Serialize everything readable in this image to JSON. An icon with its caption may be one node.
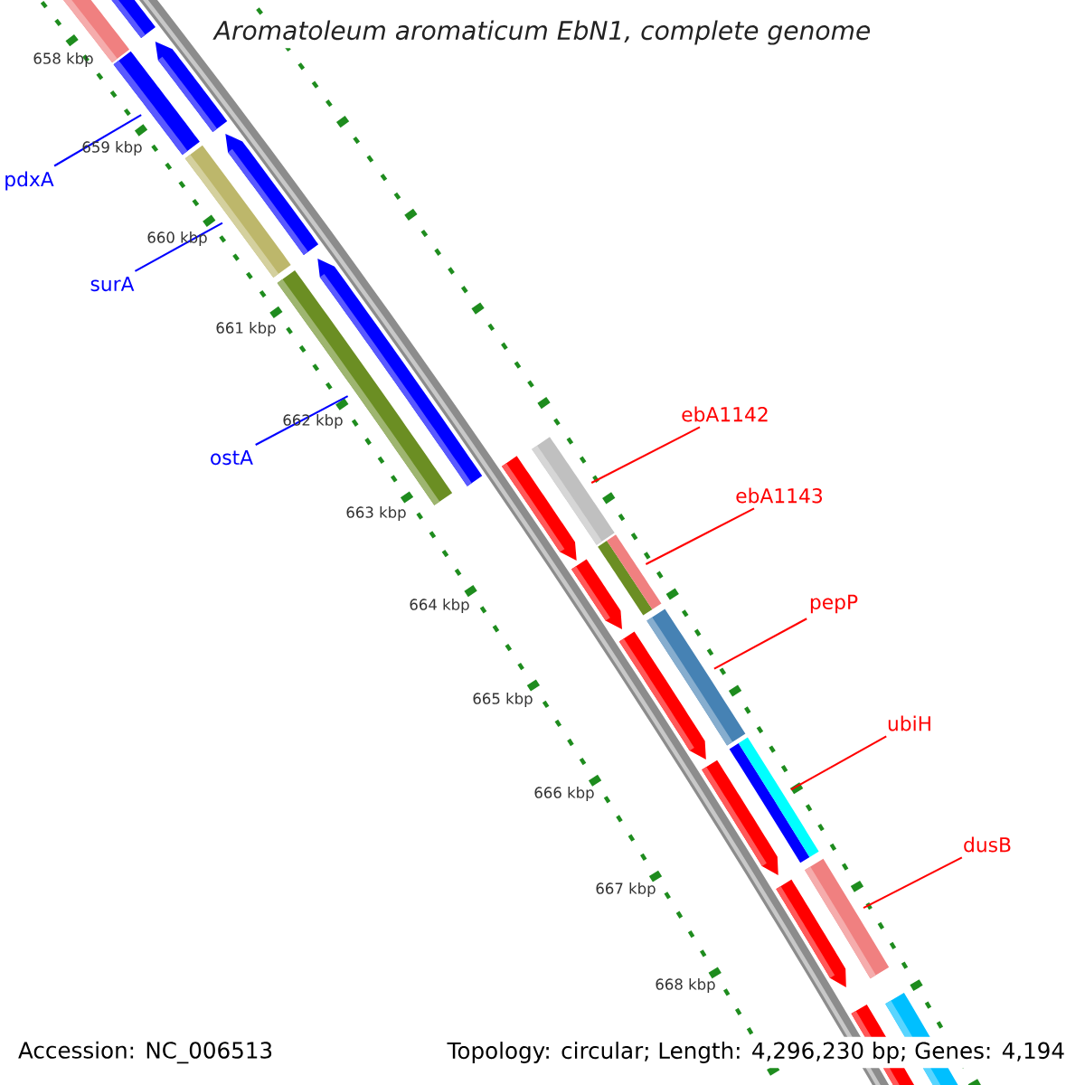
{
  "diagram": {
    "title": "Aromatoleum aromaticum EbN1, complete genome",
    "nodes": [
      {
        "text": [
          "pdxA"
        ]
      },
      {
        "text": [],
        "shape": "bar"
      },
      {
        "text": [
          "surA"
        ]
      },
      {
        "text": [],
        "shape": "bar"
      },
      {
        "text": [
          "ostA"
        ]
      },
      {
        "text": [],
        "shape": "bar"
      },
      {
        "text": [
          "ebA1142"
        ]
      },
      {
        "text": [],
        "shape": "bar"
      },
      {
        "text": [
          "ebA1143"
        ]
      },
      {
        "text": [],
        "shape": "bar"
      },
      {
        "text": [
          "pepP"
        ]
      },
      {
        "text": [],
        "shape": "bar"
      },
      {
        "text": [
          "ubiH"
        ]
      },
      {
        "text": [],
        "shape": "bar"
      },
      {
        "text": [
          "dusB"
        ]
      },
      {
        "text": [],
        "shape": "bar"
      }
    ],
    "edges": [
      {
        "from": 0,
        "to": 1,
        "arrow": "none",
        "color": "#0000ff"
      },
      {
        "from": 2,
        "to": 3,
        "arrow": "none",
        "color": "#0000ff"
      },
      {
        "from": 4,
        "to": 5,
        "arrow": "none",
        "color": "#0000ff"
      },
      {
        "from": 6,
        "to": 7,
        "arrow": "none"
      },
      {
        "from": 8,
        "to": 9,
        "arrow": "none"
      },
      {
        "from": 10,
        "to": 11,
        "arrow": "none"
      },
      {
        "from": 12,
        "to": 13,
        "arrow": "none"
      },
      {
        "from": 14,
        "to": 15,
        "arrow": "none"
      }
    ],
    "labels": [
      "658 kbp",
      "659 kbp",
      "660 kbp",
      "661 kbp",
      "662 kbp",
      "663 kbp",
      "664 kbp",
      "665 kbp",
      "666 kbp",
      "667 kbp",
      "668 kbp",
      "Accession: NC_006513",
      "Topology: circular; Length: 4,296,230 bp; Genes: 4,194"
    ]
  }
}
